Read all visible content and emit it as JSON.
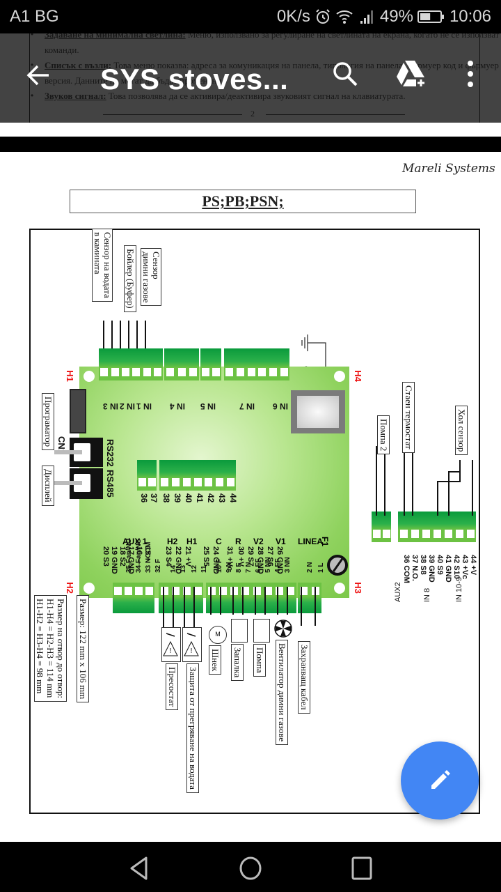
{
  "status_bar": {
    "carrier": "A1 BG",
    "net_speed": "0K/s",
    "battery_percent": "49%",
    "battery_level": 0.49,
    "time": "10:06",
    "icons": [
      "alarm-icon",
      "wifi-icon",
      "signal-icon",
      "battery-icon"
    ]
  },
  "toolbar": {
    "title": "SYS stoves...",
    "back_icon": "arrow-left-icon",
    "search_icon": "search-icon",
    "drive_icon": "google-drive-add-icon",
    "menu_icon": "more-vertical-icon"
  },
  "previous_page": {
    "lines": [
      {
        "bold": "Задаване на минимална светлина:",
        "text": " Меню, използвано за регулиране на светлината на екрана, когато не се използват"
      },
      {
        "bold": "",
        "text": "команди."
      },
      {
        "bold": "Списък с възли:",
        "text": " Това меню показва: адреса за комуникация на панела, типология на панела, фърмуер код и фърмуер"
      },
      {
        "bold": "",
        "text": "версия. Данните не могат да бъдат променяни."
      },
      {
        "bold": "Звуков сигнал:",
        "text": " Това позволява да се активира/деактивира звуковият сигнал на клавиатурата."
      }
    ],
    "page_number": "2"
  },
  "document": {
    "brand": "Mareli Systems",
    "model_title": "PS;PB;PSN;",
    "corner_labels": {
      "h1": "H1",
      "h2": "H2",
      "h3": "H3",
      "h4": "H4"
    },
    "top_sensor_labels": {
      "water_sensor": [
        "Сензор на водата",
        "в камината"
      ],
      "boiler": "Бойлер (Буфер)",
      "flue_sensor": [
        "Сензор",
        "димни газове"
      ]
    },
    "connectors": {
      "cn1": "CN1",
      "rs232": "RS232",
      "rs485": "RS485",
      "programmer": "Програматор",
      "display": "Дисплей"
    },
    "top_terminals": [
      {
        "num": "20",
        "sig": "S3"
      },
      {
        "num": "19",
        "sig": "GND"
      },
      {
        "num": "18",
        "sig": "S2"
      },
      {
        "num": "17",
        "sig": "GND"
      },
      {
        "num": "16",
        "sig": "—"
      },
      {
        "num": "15",
        "sig": "+"
      },
      {
        "num": "23",
        "sig": "S4"
      },
      {
        "num": "22",
        "sig": "GND"
      },
      {
        "num": "21",
        "sig": "+V"
      },
      {
        "num": "25",
        "sig": "S5"
      },
      {
        "num": "24",
        "sig": "GND"
      },
      {
        "num": "31",
        "sig": "+Vc"
      },
      {
        "num": "30",
        "sig": "+V"
      },
      {
        "num": "29",
        "sig": "S7"
      },
      {
        "num": "28",
        "sig": "GND"
      },
      {
        "num": "27",
        "sig": "S6"
      },
      {
        "num": "26",
        "sig": "GND"
      }
    ],
    "top_inputs": [
      "IN 3",
      "IN 2",
      "IN 1",
      "IN 4",
      "IN 5",
      "IN 7",
      "IN 6"
    ],
    "middle_terminals": [
      "36",
      "37",
      "38",
      "39",
      "40",
      "41",
      "42",
      "43",
      "44"
    ],
    "bottom_groups": [
      "AUX 1",
      "H2",
      "H1",
      "C",
      "R",
      "V2",
      "V1",
      "LINEA",
      "F1"
    ],
    "bottom_terminals": [
      {
        "num": "35",
        "sig": "Fan/NO"
      },
      {
        "num": "34",
        "sig": "Fan/NC"
      },
      {
        "num": "33",
        "sig": "NCOM"
      },
      {
        "num": "32",
        "sig": "F"
      },
      {
        "num": "14",
        "sig": ""
      },
      {
        "num": "13",
        "sig": ""
      },
      {
        "num": "12",
        "sig": ""
      },
      {
        "num": "11",
        "sig": ""
      },
      {
        "num": "10",
        "sig": "F"
      },
      {
        "num": "9",
        "sig": "N"
      },
      {
        "num": "8",
        "sig": "F"
      },
      {
        "num": "7",
        "sig": "N"
      },
      {
        "num": "6",
        "sig": "FF"
      },
      {
        "num": "5",
        "sig": "NN"
      },
      {
        "num": "4",
        "sig": "FF"
      },
      {
        "num": "3",
        "sig": "NN"
      },
      {
        "num": "2",
        "sig": "N"
      },
      {
        "num": "1",
        "sig": "L"
      }
    ],
    "bottom_devices": {
      "pressostat": "Пресостат",
      "water_overheat": "Защита от прегряване на водата",
      "auger": "Шнек",
      "motor_symbol": "M",
      "igniter": "Запалка",
      "pump": "Помпа",
      "flue_fan": "Вентилатор димни газове",
      "power_cable": "Захранващ кабел"
    },
    "right_devices": {
      "pump2": "Помпа 2",
      "room_thermostat": "Стаен термостат",
      "hall_sensor": "Хол сензор"
    },
    "right_pinout": [
      {
        "num": "44",
        "sig": "+V"
      },
      {
        "num": "43",
        "sig": "+Vc"
      },
      {
        "num": "42",
        "sig": "S10"
      },
      {
        "num": "41",
        "sig": "GND"
      },
      {
        "num": "40",
        "sig": "S9"
      },
      {
        "num": "39",
        "sig": "GND"
      },
      {
        "num": "38",
        "sig": "S8"
      },
      {
        "num": "37",
        "sig": "N.O."
      },
      {
        "num": "36",
        "sig": "COM"
      }
    ],
    "right_pin_groups": [
      "IN 10-9",
      "IN 8",
      "AUX2"
    ],
    "dimensions": {
      "size": "Размер: 122 mm x 106 mm",
      "hole_title": "Размер на отвор до отвор:",
      "hole_line1": "H1-H4 = H2-H3 = 114 mm",
      "hole_line2": "H1-H2 = H3-H4 = 98 mm"
    }
  },
  "fab": {
    "icon": "pencil-icon",
    "color": "#4286f4"
  },
  "nav_bar": {
    "back": "nav-back-icon",
    "home": "nav-home-icon",
    "recents": "nav-recents-icon"
  }
}
